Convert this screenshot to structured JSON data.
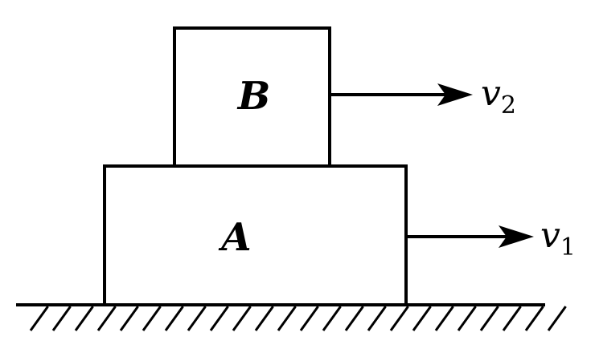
{
  "blocks": {
    "a": {
      "label": "A"
    },
    "b": {
      "label": "B"
    }
  },
  "velocities": {
    "v1": {
      "symbol": "v",
      "subscript": "1"
    },
    "v2": {
      "symbol": "v",
      "subscript": "2"
    }
  },
  "colors": {
    "stroke": "#000000",
    "background": "#ffffff"
  }
}
